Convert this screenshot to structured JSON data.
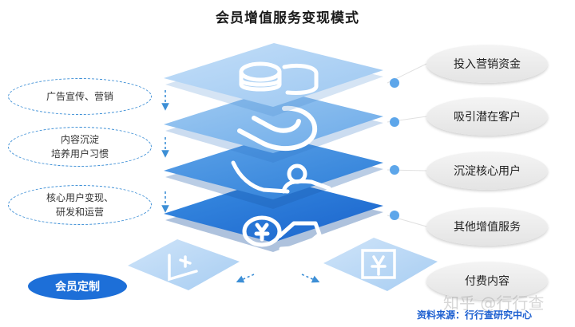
{
  "title": "会员增值服务变现模式",
  "left_labels": [
    {
      "lines": [
        "广告宣传、营销"
      ]
    },
    {
      "lines": [
        "内容沉淀",
        "培养用户习惯"
      ]
    },
    {
      "lines": [
        "核心用户变现、",
        "研发和运营"
      ]
    }
  ],
  "right_labels": [
    "投入营销资金",
    "吸引潜在客户",
    "沉淀核心用户",
    "其他增值服务",
    "付费内容"
  ],
  "layers": [
    {
      "icon": "coin-stack-icon"
    },
    {
      "icon": "magnet-icon"
    },
    {
      "icon": "user-flow-icon"
    },
    {
      "icon": "money-hand-icon"
    }
  ],
  "bottom_left_tile_icon": "plus-document-icon",
  "bottom_right_tile_icon": "yen-document-icon",
  "member_custom": "会员定制",
  "watermark": "知乎 @行行查",
  "source": "资料来源：行行查研究中心",
  "colors": {
    "layer_light": "#a9cff3",
    "layer_mid": "#73afea",
    "layer_dark": "#2f86de",
    "layer_darkest": "#1f6fd6",
    "accent": "#1d6fd8",
    "dash": "#3d8fd6"
  }
}
